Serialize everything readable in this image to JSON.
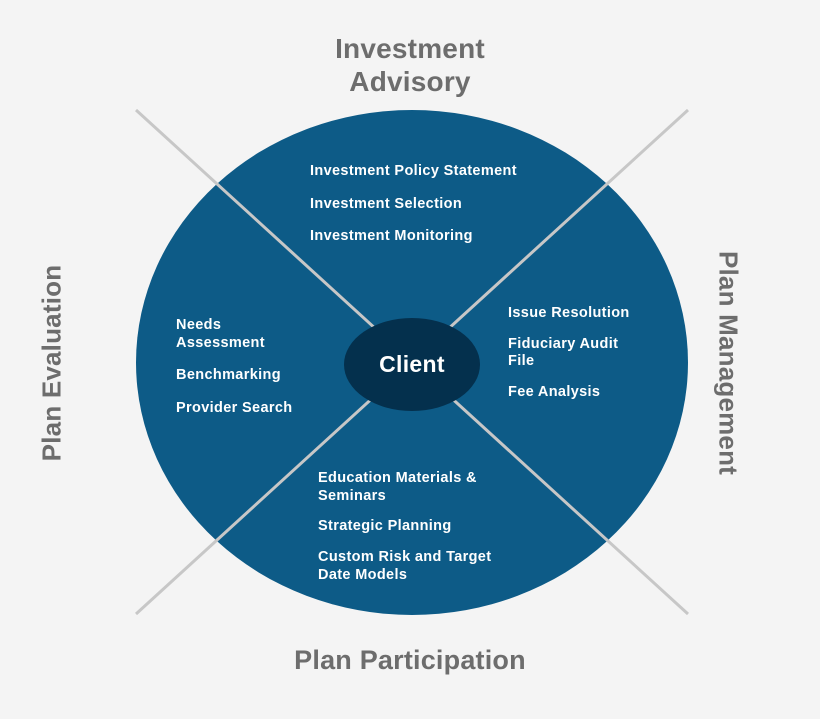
{
  "diagram": {
    "type": "quadrant-wheel",
    "title_top": "Investment\nAdvisory",
    "title_right": "Plan Management",
    "title_bottom": "Plan Participation",
    "title_left": "Plan Evaluation",
    "center_label": "Client",
    "colors": {
      "background": "#f4f4f4",
      "wheel": "#0d5b87",
      "core": "#04304d",
      "cross_line": "#c7c7c7",
      "axis_text": "#6d6d6d",
      "item_text": "#ffffff"
    },
    "quadrants": {
      "top": {
        "name": "Investment Advisory",
        "items": [
          "Investment Policy  Statement",
          "Investment Selection",
          "Investment Monitoring"
        ]
      },
      "right": {
        "name": "Plan Management",
        "items": [
          "Issue  Resolution",
          "Fiduciary  Audit\nFile",
          "Fee Analysis"
        ]
      },
      "bottom": {
        "name": "Plan Participation",
        "items": [
          "Education Materials &\nSeminars",
          "Strategic Planning",
          "Custom Risk and  Target\nDate Models"
        ]
      },
      "left": {
        "name": "Plan Evaluation",
        "items": [
          "Needs\nAssessment",
          "Benchmarking",
          "Provider  Search"
        ]
      }
    }
  }
}
